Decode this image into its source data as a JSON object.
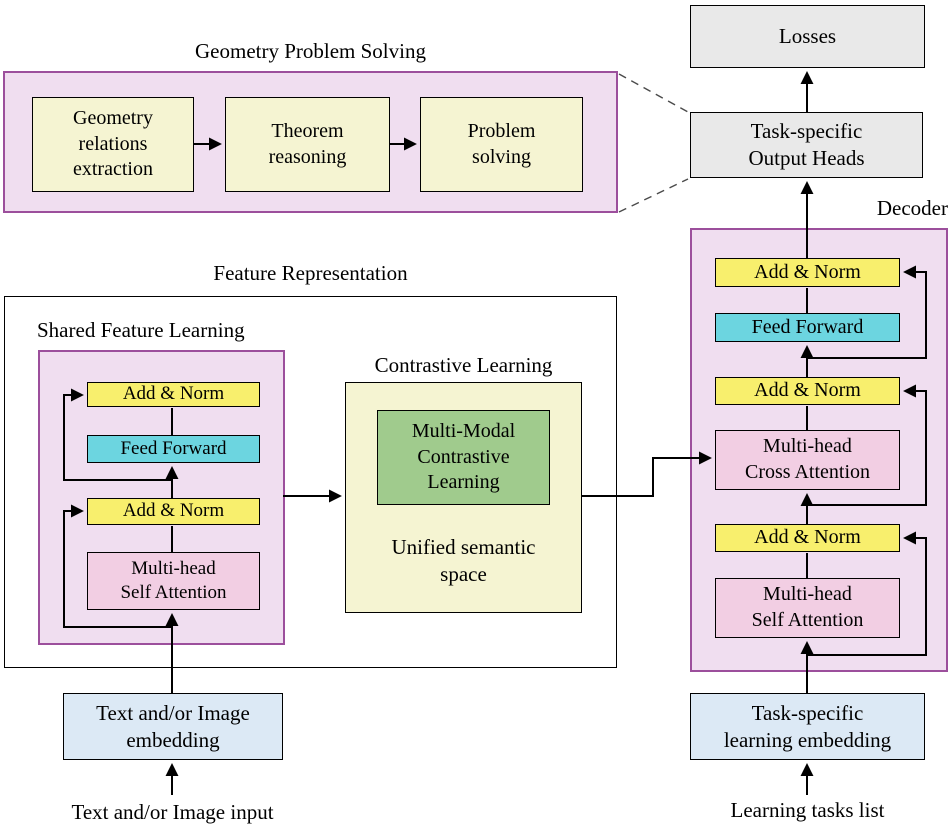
{
  "geometry_pipeline": {
    "title": "Geometry Problem Solving",
    "steps": [
      {
        "label": [
          "Geometry",
          "relations",
          "extraction"
        ]
      },
      {
        "label": [
          "Theorem",
          "reasoning"
        ]
      },
      {
        "label": [
          "Problem",
          "solving"
        ]
      }
    ]
  },
  "output_section": {
    "losses": "Losses",
    "output_heads": [
      "Task-specific",
      "Output Heads"
    ]
  },
  "decoder": {
    "label": "Decoder",
    "blocks": {
      "add_norm_top": "Add & Norm",
      "feed_forward": "Feed Forward",
      "add_norm_mid": "Add & Norm",
      "cross_attention": [
        "Multi-head",
        "Cross Attention"
      ],
      "add_norm_bottom": "Add & Norm",
      "self_attention": [
        "Multi-head",
        "Self Attention"
      ]
    },
    "input_embedding": [
      "Task-specific",
      "learning embedding"
    ],
    "input_label": "Learning tasks list"
  },
  "feature_representation": {
    "title": "Feature Representation",
    "shared_feature_learning": {
      "title": "Shared Feature Learning",
      "blocks": {
        "add_norm_top": "Add & Norm",
        "feed_forward": "Feed Forward",
        "add_norm_bottom": "Add & Norm",
        "self_attention": [
          "Multi-head",
          "Self Attention"
        ]
      }
    },
    "contrastive_learning": {
      "title": "Contrastive Learning",
      "block": [
        "Multi-Modal",
        "Contrastive",
        "Learning"
      ],
      "caption": [
        "Unified semantic",
        "space"
      ]
    },
    "input_embedding": [
      "Text and/or Image",
      "embedding"
    ],
    "input_label": "Text and/or Image input"
  },
  "colors": {
    "container_fill": "#f0def0",
    "container_border": "#9c4f9c",
    "step_yellow": "#f5f4d2",
    "add_norm_yellow": "#f8ef6d",
    "feed_forward_cyan": "#6cd5e0",
    "attention_pink": "#f2cee3",
    "contrastive_green": "#a0cb8d",
    "output_gray": "#e9e9e9",
    "embedding_blue": "#dce9f5",
    "line_black": "#000000"
  }
}
